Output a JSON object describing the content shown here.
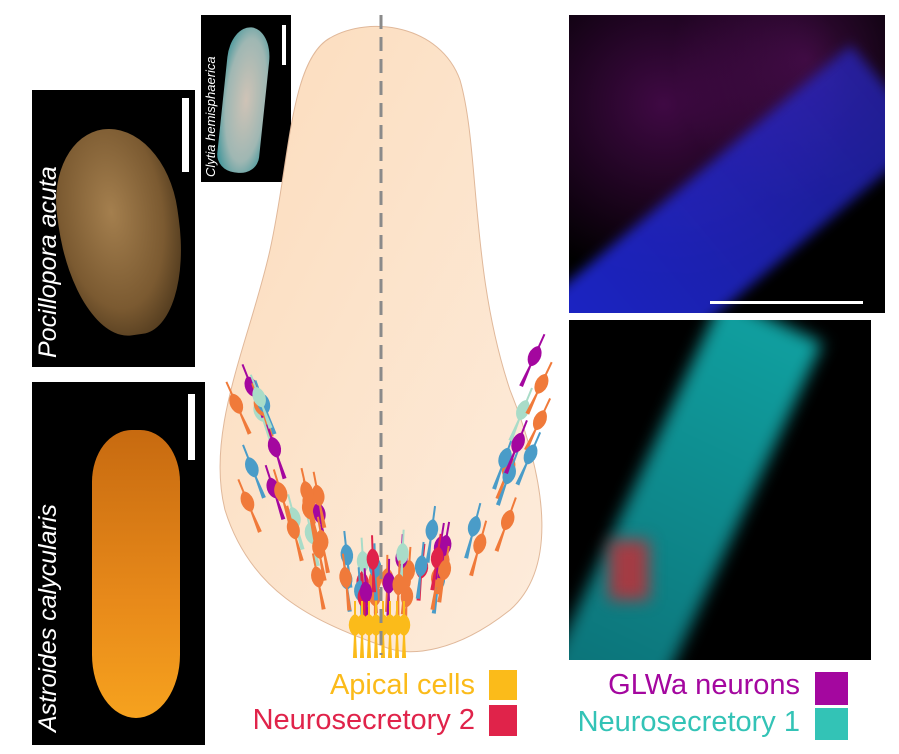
{
  "species": {
    "pocillopora": "Pocillopora acuta",
    "clytia": "Clytia hemisphaerica",
    "astroides": "Astroides calycularis"
  },
  "legend": [
    {
      "label": "Apical cells",
      "color": "#fbbb1a"
    },
    {
      "label": "Neurosecretory 2",
      "color": "#e0234a"
    },
    {
      "label": "GLWa neurons",
      "color": "#a4079f"
    },
    {
      "label": "Neurosecretory 1",
      "color": "#33c3b6"
    }
  ],
  "colors": {
    "larva_fill": "#fde0c4",
    "orange_neurons": "#f07a3a",
    "blue_neurons": "#4a9cc8",
    "pale_neurons": "#a9dcc8"
  }
}
